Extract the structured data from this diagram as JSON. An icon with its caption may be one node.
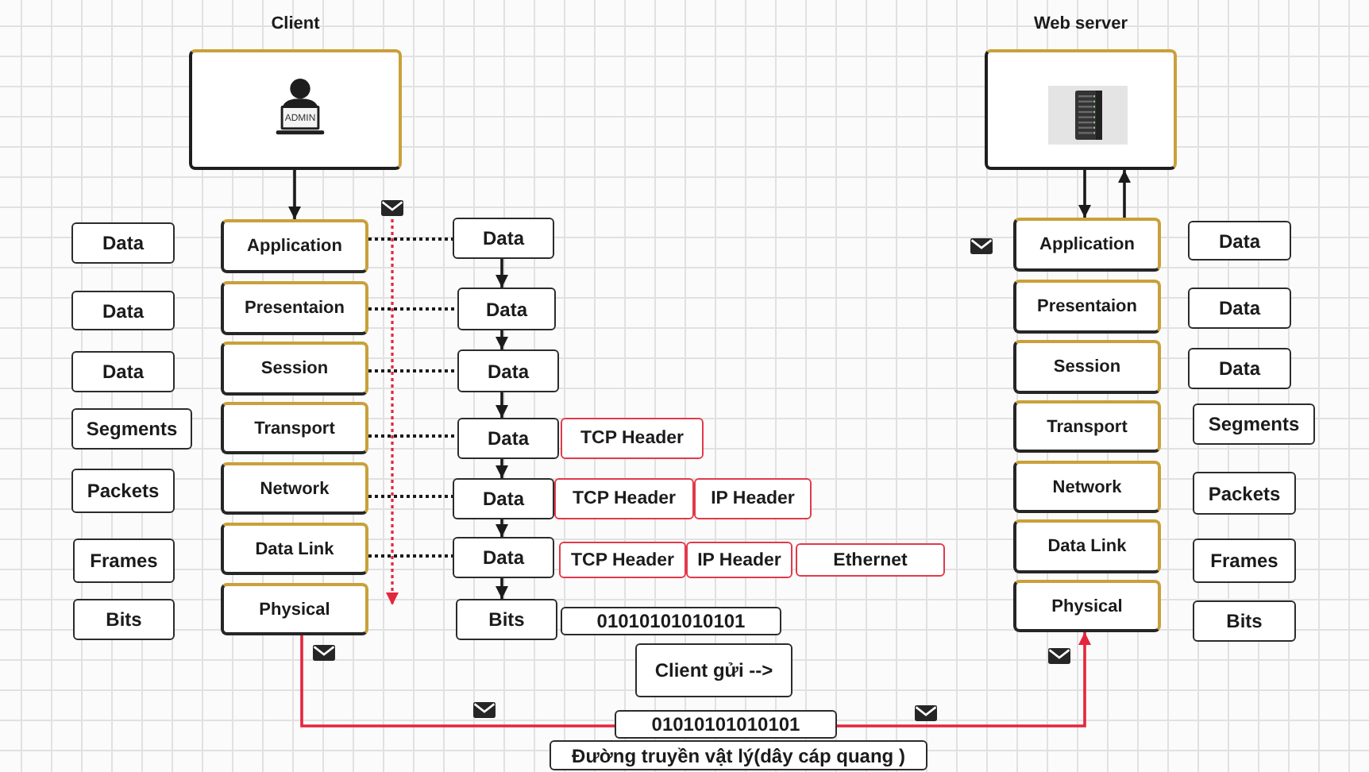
{
  "diagram": {
    "nodes": [
      {
        "text": [
          "Client",
          "ADMIN"
        ]
      },
      {
        "text": [
          "Web server"
        ]
      },
      {
        "text": [
          "Data"
        ]
      },
      {
        "text": [
          "Application"
        ]
      },
      {
        "text": [
          "Data"
        ]
      },
      {
        "text": [
          "Application"
        ]
      },
      {
        "text": [
          "Data"
        ]
      },
      {
        "text": [
          "Data"
        ]
      },
      {
        "text": [
          "Presentaion"
        ]
      },
      {
        "text": [
          "Data"
        ]
      },
      {
        "text": [
          "Presentaion"
        ]
      },
      {
        "text": [
          "Data"
        ]
      },
      {
        "text": [
          "Data"
        ]
      },
      {
        "text": [
          "Session"
        ]
      },
      {
        "text": [
          "Data"
        ]
      },
      {
        "text": [
          "Session"
        ]
      },
      {
        "text": [
          "Data"
        ]
      },
      {
        "text": [
          "Segments"
        ]
      },
      {
        "text": [
          "Transport"
        ]
      },
      {
        "text": [
          "Data"
        ]
      },
      {
        "text": [
          "TCP Header"
        ]
      },
      {
        "text": [
          "Transport"
        ]
      },
      {
        "text": [
          "Segments"
        ]
      },
      {
        "text": [
          "Packets"
        ]
      },
      {
        "text": [
          "Network"
        ]
      },
      {
        "text": [
          "Data"
        ]
      },
      {
        "text": [
          "TCP Header"
        ]
      },
      {
        "text": [
          "IP Header"
        ]
      },
      {
        "text": [
          "Network"
        ]
      },
      {
        "text": [
          "Packets"
        ]
      },
      {
        "text": [
          "Frames"
        ]
      },
      {
        "text": [
          "Data Link"
        ]
      },
      {
        "text": [
          "Data"
        ]
      },
      {
        "text": [
          "TCP Header"
        ]
      },
      {
        "text": [
          "IP Header"
        ]
      },
      {
        "text": [
          "Ethernet"
        ]
      },
      {
        "text": [
          "Data Link"
        ]
      },
      {
        "text": [
          "Frames"
        ]
      },
      {
        "text": [
          "Bits"
        ]
      },
      {
        "text": [
          "Physical"
        ]
      },
      {
        "text": [
          "Bits"
        ]
      },
      {
        "text": [
          "01010101010101"
        ]
      },
      {
        "text": [
          "Physical"
        ]
      },
      {
        "text": [
          "Bits"
        ]
      },
      {
        "text": [
          "Client gửi -->"
        ]
      },
      {
        "text": [
          "01010101010101"
        ]
      },
      {
        "text": [
          "Đường truyền vật lý(dây cáp quang )"
        ]
      }
    ],
    "edges": [
      {
        "from": 0,
        "to": 3,
        "arrow": "to"
      },
      {
        "from": 1,
        "to": 5,
        "arrow": "to"
      },
      {
        "from": 5,
        "to": 1,
        "arrow": "to"
      },
      {
        "from": 3,
        "to": 4,
        "arrow": "none",
        "style": "dashed"
      },
      {
        "from": 8,
        "to": 9,
        "arrow": "none",
        "style": "dashed"
      },
      {
        "from": 13,
        "to": 14,
        "arrow": "none",
        "style": "dashed"
      },
      {
        "from": 18,
        "to": 19,
        "arrow": "none",
        "style": "dashed"
      },
      {
        "from": 24,
        "to": 25,
        "arrow": "none",
        "style": "dashed"
      },
      {
        "from": 31,
        "to": 32,
        "arrow": "none",
        "style": "dashed"
      },
      {
        "from": 4,
        "to": 9,
        "arrow": "to"
      },
      {
        "from": 9,
        "to": 14,
        "arrow": "to"
      },
      {
        "from": 14,
        "to": 19,
        "arrow": "to"
      },
      {
        "from": 19,
        "to": 25,
        "arrow": "to"
      },
      {
        "from": 25,
        "to": 32,
        "arrow": "to"
      },
      {
        "from": 32,
        "to": 40,
        "arrow": "to"
      },
      {
        "from": 39,
        "to": 45,
        "arrow": "none",
        "color": "#e5253c"
      },
      {
        "from": 45,
        "to": 42,
        "arrow": "to",
        "color": "#e5253c"
      }
    ]
  }
}
